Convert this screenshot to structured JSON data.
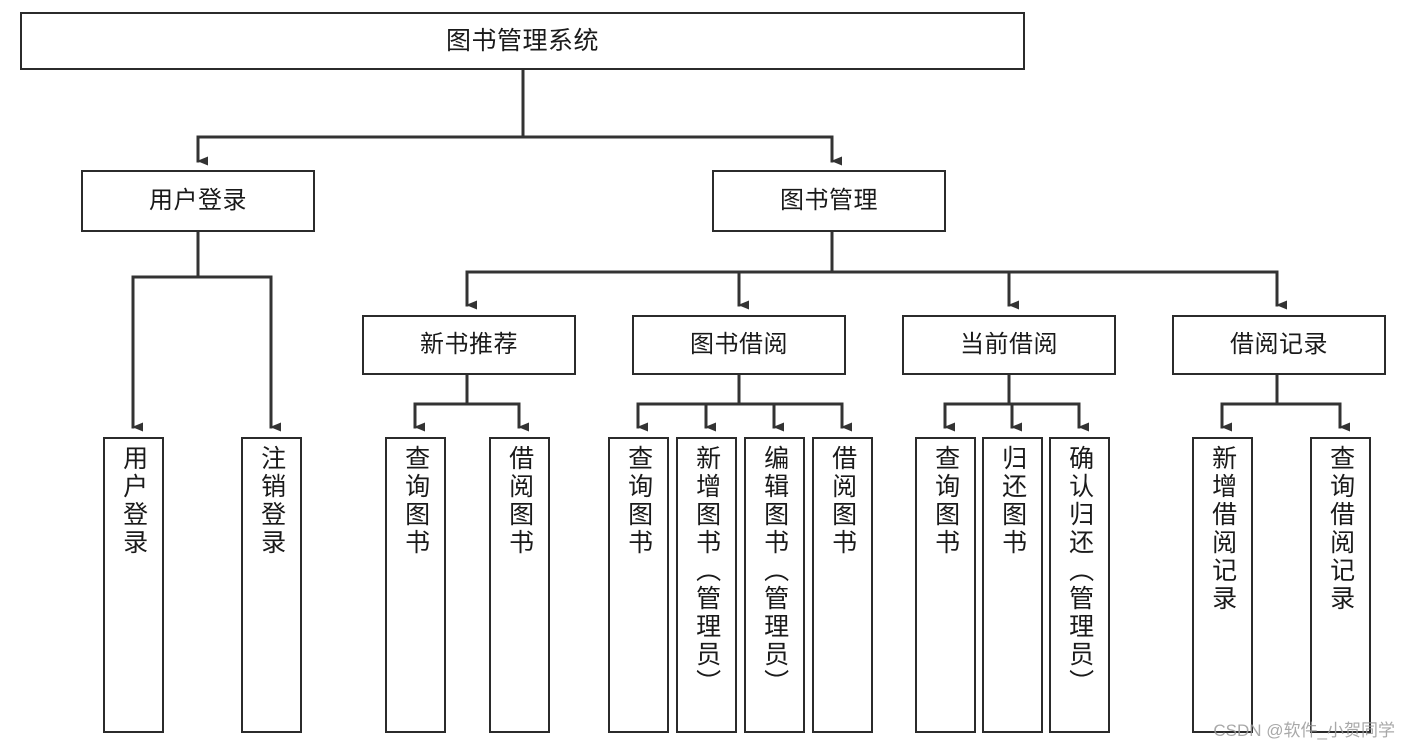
{
  "diagram": {
    "title": "图书管理系统",
    "type": "tree-hierarchy",
    "orientation": "top-down",
    "line_color": "#333333",
    "box_border_color": "#2b2b2b",
    "box_fill_color": "#ffffff",
    "text_color": "#1a1a1a",
    "nodes": {
      "root": {
        "label": "图书管理系统"
      },
      "level2": [
        {
          "label": "用户登录"
        },
        {
          "label": "图书管理"
        }
      ],
      "level3": [
        {
          "label": "新书推荐"
        },
        {
          "label": "图书借阅"
        },
        {
          "label": "当前借阅"
        },
        {
          "label": "借阅记录"
        }
      ],
      "leaves_user_login": [
        {
          "label": "用户登录"
        },
        {
          "label": "注销登录"
        }
      ],
      "leaves_new_book": [
        {
          "label": "查询图书"
        },
        {
          "label": "借阅图书"
        }
      ],
      "leaves_borrow": [
        {
          "label": "查询图书"
        },
        {
          "label": "新增图书（管理员）"
        },
        {
          "label": "编辑图书（管理员）"
        },
        {
          "label": "借阅图书"
        }
      ],
      "leaves_current": [
        {
          "label": "查询图书"
        },
        {
          "label": "归还图书"
        },
        {
          "label": "确认归还（管理员）"
        }
      ],
      "leaves_record": [
        {
          "label": "新增借阅记录"
        },
        {
          "label": "查询借阅记录"
        }
      ]
    }
  },
  "watermark": {
    "text": "CSDN @软件_小贺同学"
  }
}
